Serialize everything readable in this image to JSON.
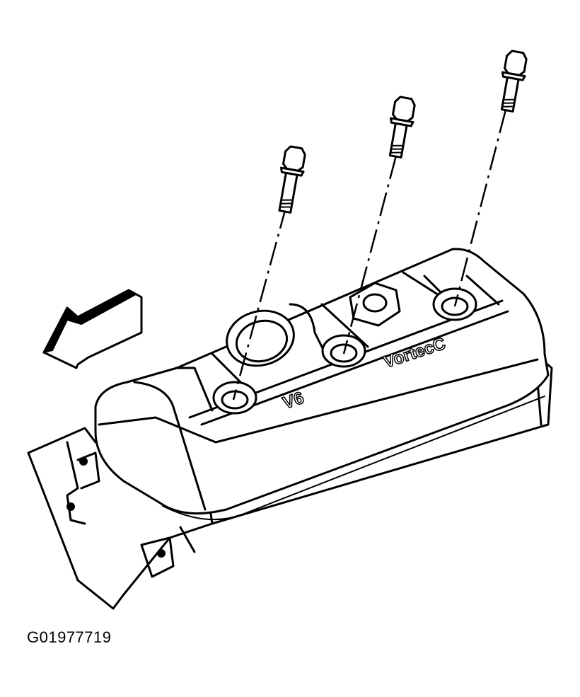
{
  "figure": {
    "id": "G01977719",
    "cover_markings": {
      "left": "V6",
      "right": "VortecC"
    }
  },
  "icons": {
    "direction_arrow": "arrow-forward-icon",
    "bolt": "bolt-icon"
  }
}
